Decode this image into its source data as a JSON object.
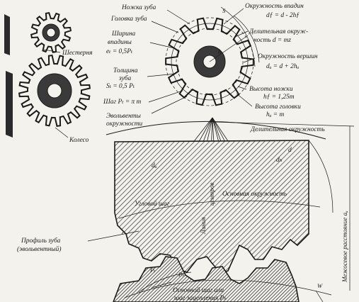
{
  "labels": {
    "pinion": "Шестерня",
    "gear_wheel": "Колесо",
    "tooth_flank": "Ножка зуба",
    "tooth_head": "Головка зуба",
    "space_width_title_1": "Ширина",
    "space_width_title_2": "впадины",
    "space_width_formula": "eₜ = 0,5Pₜ",
    "tooth_thickness_title_1": "Толщина",
    "tooth_thickness_title_2": "зуба",
    "tooth_thickness_formula": "Sₜ = 0,5 Pₜ",
    "pitch": "Шаг Pₜ = π m",
    "involutes_1": "Эвольвенты",
    "involutes_2": "окружности",
    "root_circle_title": "Окружность впадин",
    "root_circle_formula": "dƒ = d - 2hƒ",
    "pitch_circle_title_1": "Делительная окруж-",
    "pitch_circle_title_2": "ность  d = mz",
    "tip_circle_title": "Окружность вершин",
    "tip_circle_formula": "dₐ = d + 2hₐ",
    "dedendum": "Высота ножки",
    "dedendum_formula": "hƒ = 1,25m",
    "addendum": "Высота головки",
    "addendum_formula": "hₐ = m",
    "pitch_circle_big": "Делительная окружность",
    "d_small": "d",
    "d_b": "dₕ",
    "d_a": "dₐ",
    "angular_pitch": "Угловой шаг",
    "line_of_centers_1": "Линия",
    "line_of_centers_2": "центров",
    "base_circle": "Основная окружность",
    "center_distance": "Межосевое расстояние aᵤ",
    "tooth_profile_1": "Профиль зуба",
    "tooth_profile_2": "(эвольвентный)",
    "base_pitch_1": "Основной шаг или",
    "base_pitch_2": "шаг зацепления Pₕ",
    "p_t": "Pₜ",
    "p_b": "Pₕ",
    "w": "W",
    "h": "h",
    "s": "S"
  }
}
